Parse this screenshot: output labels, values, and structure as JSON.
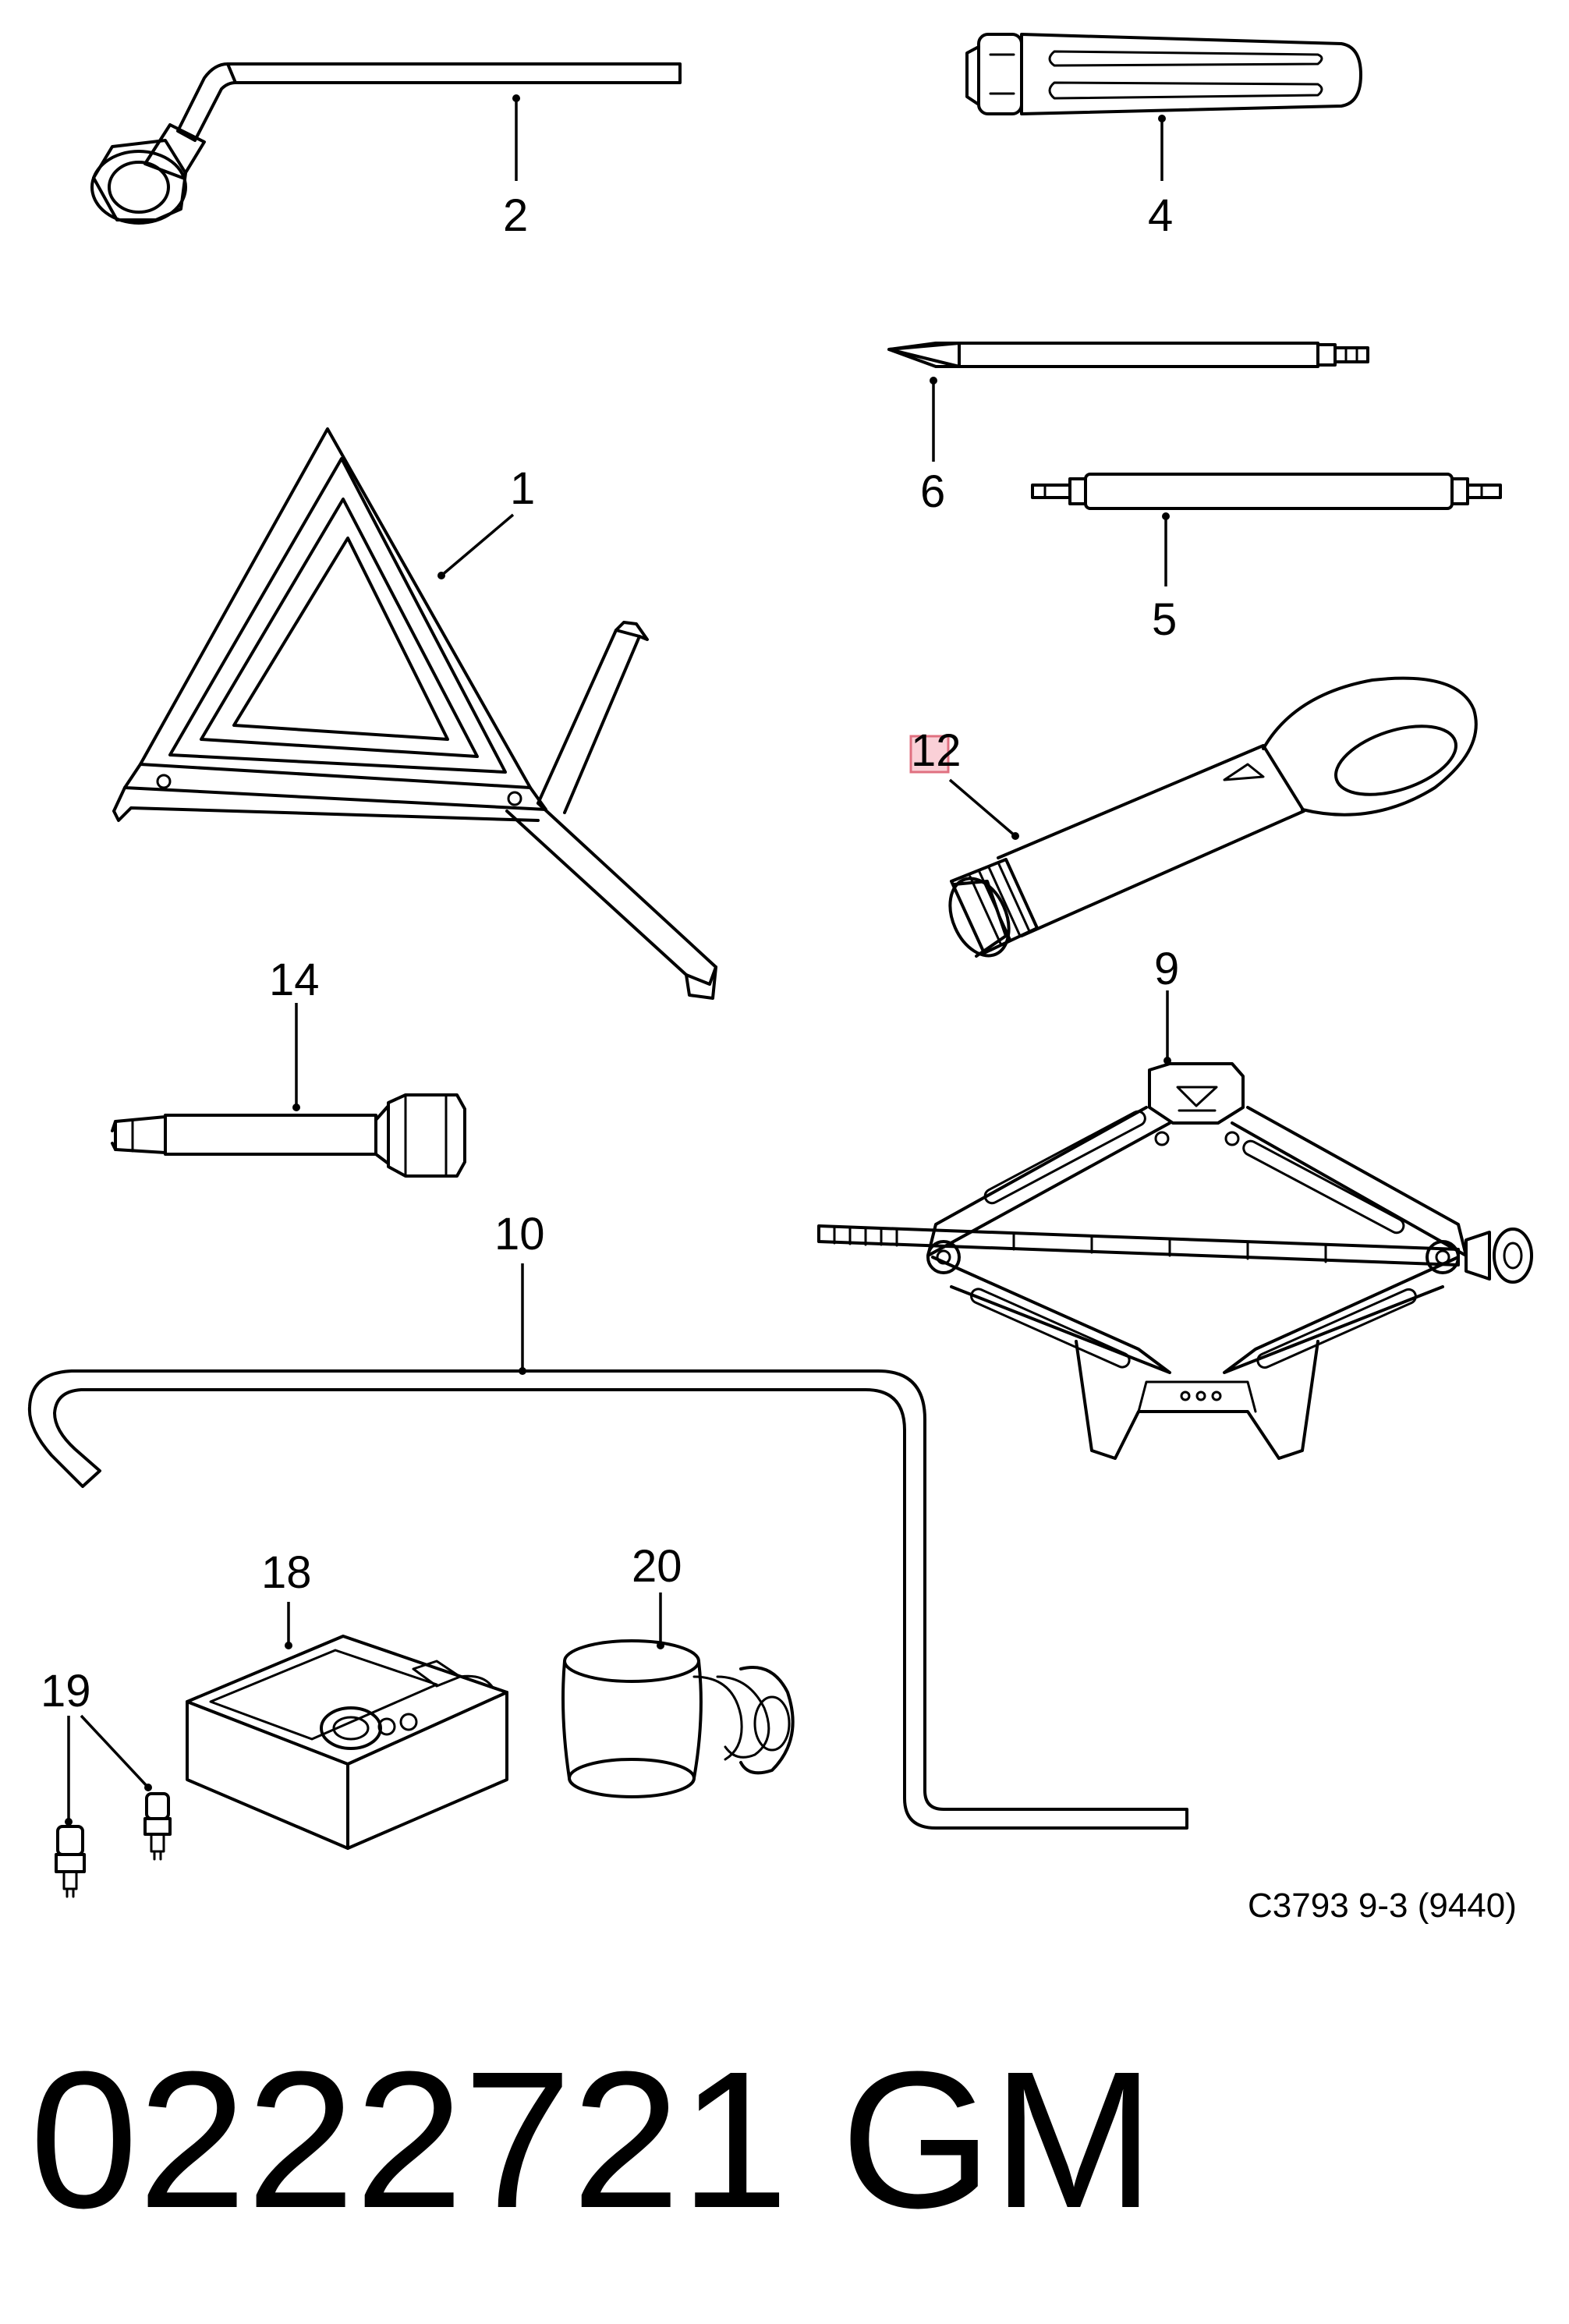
{
  "callouts": {
    "c1": "1",
    "c2": "2",
    "c4": "4",
    "c5": "5",
    "c6": "6",
    "c9": "9",
    "c10": "10",
    "c12": "12",
    "c14": "14",
    "c18": "18",
    "c19": "19",
    "c20": "20"
  },
  "figure_ref": "C3793 9-3 (9440)",
  "part_number": "0222721",
  "brand": "GM",
  "colors": {
    "line": "#000000",
    "background": "#ffffff",
    "highlight": "#e07080"
  }
}
